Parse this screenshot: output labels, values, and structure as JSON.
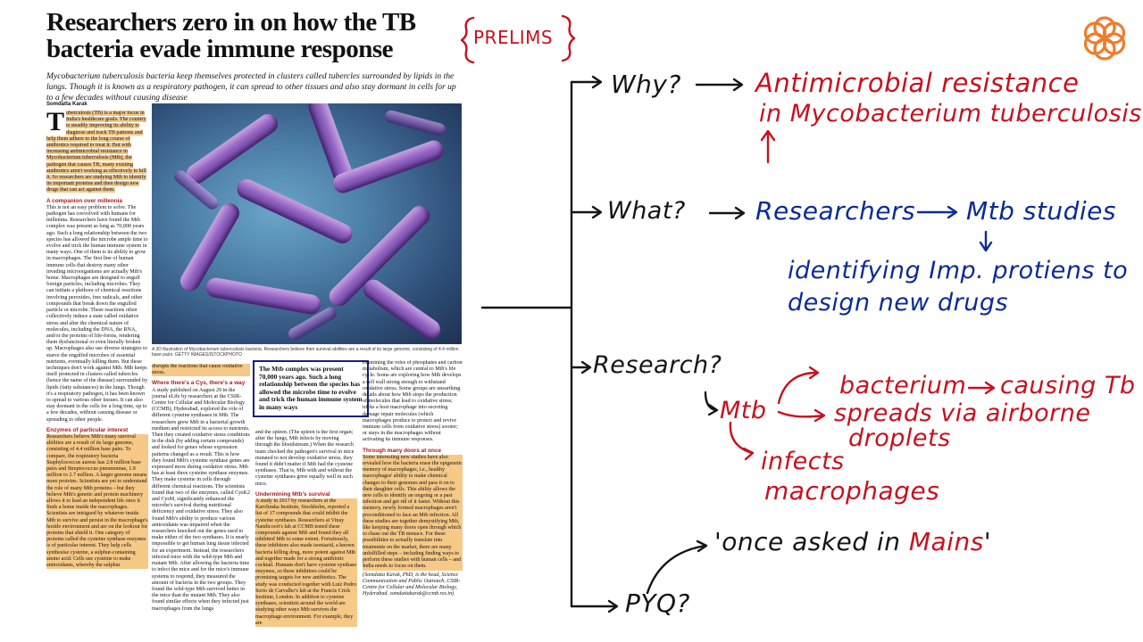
{
  "article": {
    "headline_line1": "Researchers zero in on how the TB",
    "headline_line2": "bacteria evade immune response",
    "standfirst": "Mycobacterium tuberculosis bacteria keep themselves protected in clusters called tubercles surrounded by lipids in the lungs. Though it is known as a respiratory pathogen, it can spread to other tissues and also stay dormant in cells for up to a few decades without causing disease",
    "byline": "Somdatta Karak",
    "col1_intro": "uberculosis (TB) is a major focus in India's healthcare goals. The country is steadily improving its ability to diagnose and track TB patients and help them adhere to the long course of antibiotics required to treat it. But with increasing antimicrobial resistance in Mycobacterium tuberculosis (Mtb), the pathogen that causes TB, many existing antibiotics aren't working as effectively to kill it. So researchers are studying Mtb to identify its important proteins and then design new drugs that can act against them.",
    "col1_sub1": "A companion over millennia",
    "col1_p2": "This is not an easy problem to solve. The pathogen has coevolved with humans for millennia. Researchers have found the Mtb complex was present as long as 70,000 years ago. Such a long relationship between the two species has allowed the microbe ample time to evolve and trick the human immune system in many ways. One of them is its ability to grow in macrophages. The first line of human immune cells that destroy many other invading microorganisms are actually Mtb's home. Macrophages are designed to engulf foreign particles, including microbes. They can initiate a plethora of chemical reactions involving peroxides, free radicals, and other compounds that break down the engulfed particle or microbe. These reactions often collectively induce a state called oxidative stress and alter the chemical nature of molecules, including the DNA, the RNA, and/or the proteins of life-forms, rendering them dysfunctional or even literally broken up. Macrophages also use diverse strategies to starve the engulfed microbes of essential nutrients, eventually killing them. But these techniques don't work against Mtb. Mtb keeps itself protected in clusters called tubercles (hence the name of the disease) surrounded by lipids (fatty substances) in the lungs. Though it's a respiratory pathogen, it has been known to spread to various other tissues. It can also stay dormant in the cells for a long time, up to a few decades, without causing disease or spreading to other people.",
    "col1_sub2": "Enzymes of particular interest",
    "col1_p3": "Researchers believe Mtb's many survival abilities are a result of its large genome, consisting of 4.4 million base pairs. To compare, the respiratory bacteria Staphylococcus aureus has 2.8 million base pairs and Streptococcus pneumoniae, 1.9 million to 2.7 million. A larger genome means more proteins. Scientists are yet to understand the role of many Mtb proteins – but they believe Mtb's genetic and protein machinery allows it to lead an independent life once it finds a home inside the macrophages. Scientists are intrigued by whatever inside Mtb to survive and persist in the macrophage's hostile environment and are on the lookout for proteins that shield it. One category of proteins called the cysteine synthase enzymes is of particular interest. They help cells synthesise cysteine, a sulphur-containing amino acid. Cells use cysteine to make antioxidants, whereby the sulphur",
    "col2_p1": "disrupts the reactions that cause oxidative stress.",
    "col2_sub1": "Where there's a Cys, there's a way",
    "col2_p2": "A study published on August 29 in the journal eLife by researchers at the CSIR-Centre for Cellular and Molecular Biology (CCMB), Hyderabad, explored the role of different cysteine synthases in Mtb. The researchers grew Mtb in a bacterial growth medium and restricted its access to nutrients. Then they created oxidative stress conditions in the dish (by adding certain compounds) and looked for genes whose expression patterns changed as a result. This is how they found Mtb's cysteine synthase genes are expressed more during oxidative stress. Mtb has at least three cysteine synthase enzymes. They make cysteine in cells through different chemical reactions. The scientists found that two of the enzymes, called CysK2 and CysM, significantly enhanced the microbe's survival during nutritional deficiency and oxidative stress. They also found Mtb's ability to produce various antioxidants was impaired when the researchers knocked out the genes used to make either of the two synthases. It is nearly impossible to get human lung tissue infected for an experiment. Instead, the researchers infected mice with the wild-type Mtb and mutant Mtb. After allowing the bacteria time to infect the mice and for the mice's immune systems to respond, they measured the amount of bacteria in the two groups. They found the wild-type Mtb survived better in the mice than the mutant Mtb. They also found similar effects when they infected just macrophages from the lungs",
    "col3_p1": "and the spleen. (The spleen is the first organ; after the lungs, Mtb infects by moving through the bloodstream.) When the research team checked the pathogen's survival in mice mutated to not develop oxidative stress, they found it didn't matter if Mtb had the cysteine synthases. That is, Mtb with and without the cysteine synthases grew equally well in such mice.",
    "col3_sub1": "Undermining Mtb's survival",
    "col3_p2": "A study in 2017 by researchers at the Karolinska Institute, Stockholm, reported a list of 17 compounds that could inhibit the cysteine synthases. Researchers at Vinay Nandicoori's lab at CCMB tested these compounds against Mtb and found they all inhibited Mtb to some extent. Fortuitously, these inhibitors also made isoniazid, a known bacteria killing drug, more potent against Mtb and together made for a strong antibiotic cocktail. Humans don't have cysteine synthase enzymes, so these inhibitors could be promising targets for new antibiotics. The study was conducted together with Luiz Pedro Sorio de Carvalho's lab at the Francis Crick Institute, London. In addition to cysteine synthases, scientists around the world are studying other ways Mtb survives the macrophage environment. For example, they are",
    "col4_p1": "examining the roles of phosphates and carbon metabolism, which are central to Mtb's life cycle. Some are exploring how Mtb develops a cell wall strong enough to withstand oxidative stress. Some groups are unearthing details about how Mtb stops the production of molecules that lead to oxidative stress; tricks a host macrophage into secreting damage repair molecules (which macrophages produce to protect and revive immune cells from oxidative stress) sooner; or stays in the macrophages without activating its immune responses.",
    "col4_sub1": "Through many doors at once",
    "col4_p2": "Some interesting new studies have also revealed how the bacteria erase the epigenetic memory of macrophages, i.e., healthy macrophages' ability to make chemical changes to their genomes and pass it on to their daughter cells. This ability allows the new cells to identify an ongoing or a past infection and get rid of it faster. Without this memory, newly formed macrophages aren't preconditioned to face an Mtb infection. All these studies are together demystifying Mtb, like keeping many doors open through which to chase out the TB menace. For these possibilities to actually translate into treatments on the market, there are many unfulfilled steps – including finding ways to perform these studies with human cells – and India needs to focus on them.",
    "col4_sig": "(Somdatta Karak, PhD, is the head, Science Communication and Public Outreach, CSIR-Centre for Cellular and Molecular Biology, Hyderabad. somdattakarak@ccmb.res.in)",
    "caption": "A 3D illustration of Mycobacterium tuberculosis bacteria. Researchers believe their survival abilities are a result of its large genome, consisting of 4.4 million base pairs. GETTY IMAGES/ISTOCKPHOTO",
    "pullquote": "The Mtb complex was present 70,000 years ago. Such a long relationship between the species has allowed the microbe time to evolve and trick the human immune system in many ways"
  },
  "notes": {
    "prelims_tag": "PRELIMS",
    "why_q": "Why?",
    "why_a1": "Antimicrobial resistance",
    "why_a2": "in Mycobacterium tuberculosis",
    "what_q": "What?",
    "what_a1": "Researchers",
    "what_a2": "Mtb studies",
    "what_a3": "identifying Imp. protiens to",
    "what_a4": "design new drugs",
    "research_q": "Research?",
    "mtb": "Mtb",
    "bacterium": "bacterium",
    "causing_tb": "causing Tb",
    "spreads1": "spreads via airborne",
    "spreads2": "droplets",
    "infects1": "infects",
    "infects2": "macrophages",
    "pyq_q": "PYQ?",
    "mains_pre": "'once asked in",
    "mains_word": "Mains",
    "mains_post": "'"
  },
  "colors": {
    "red_ink": "#c8101f",
    "blue_ink": "#0a2b94",
    "highlight": "#f6c987",
    "logo": "#ee7d2b",
    "pullquote_border": "#16207a"
  },
  "icons": [
    "flower-logo-icon",
    "arrow-icon"
  ]
}
